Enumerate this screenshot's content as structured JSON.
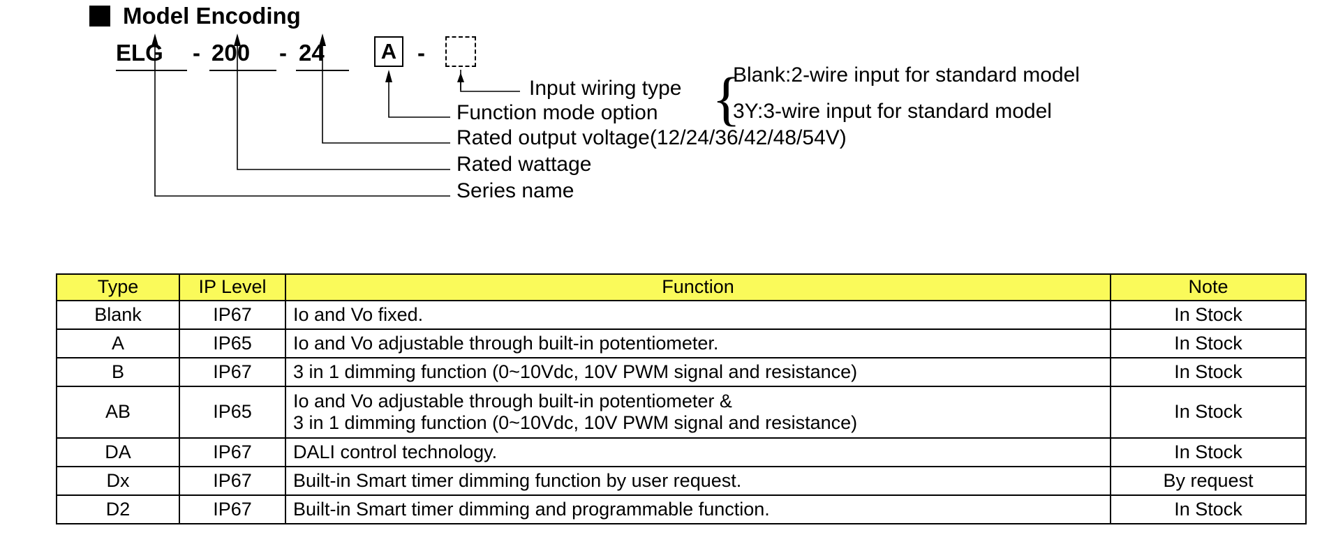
{
  "heading": {
    "marker": "filled-square",
    "title": "Model Encoding"
  },
  "encoding": {
    "series": "ELG",
    "dash1": "-",
    "wattage": "200",
    "dash2": "-",
    "voltage": "24",
    "function_mode": "A",
    "dash3": "-",
    "input_wiring_placeholder": ""
  },
  "annotations": {
    "input_wiring_type": "Input wiring type",
    "function_mode_option": "Function mode option",
    "rated_output_voltage": "Rated output voltage(12/24/36/42/48/54V)",
    "rated_wattage": "Rated wattage",
    "series_name": "Series name"
  },
  "wiring_options": {
    "brace": "{",
    "option_blank": "Blank:2-wire input for standard model",
    "option_3y": "3Y:3-wire input for standard model"
  },
  "table": {
    "headers": [
      "Type",
      "IP Level",
      "Function",
      "Note"
    ],
    "header_bg": "#fafa5a",
    "rows": [
      {
        "type": "Blank",
        "ip": "IP67",
        "function": [
          "Io and Vo fixed."
        ],
        "note": "In Stock"
      },
      {
        "type": "A",
        "ip": "IP65",
        "function": [
          "Io and Vo adjustable through built-in potentiometer."
        ],
        "note": "In Stock"
      },
      {
        "type": "B",
        "ip": "IP67",
        "function": [
          "3 in 1 dimming function (0~10Vdc, 10V PWM signal and resistance)"
        ],
        "note": "In Stock"
      },
      {
        "type": "AB",
        "ip": "IP65",
        "function": [
          "Io and Vo adjustable through built-in potentiometer &",
          "3 in 1 dimming function (0~10Vdc, 10V PWM signal and resistance)"
        ],
        "note": "In Stock"
      },
      {
        "type": "DA",
        "ip": "IP67",
        "function": [
          "DALI control technology."
        ],
        "note": "In Stock"
      },
      {
        "type": "Dx",
        "ip": "IP67",
        "function": [
          "Built-in Smart timer dimming function by user request."
        ],
        "note": "By request"
      },
      {
        "type": "D2",
        "ip": "IP67",
        "function": [
          "Built-in Smart timer dimming and programmable function."
        ],
        "note": "In Stock"
      }
    ]
  }
}
